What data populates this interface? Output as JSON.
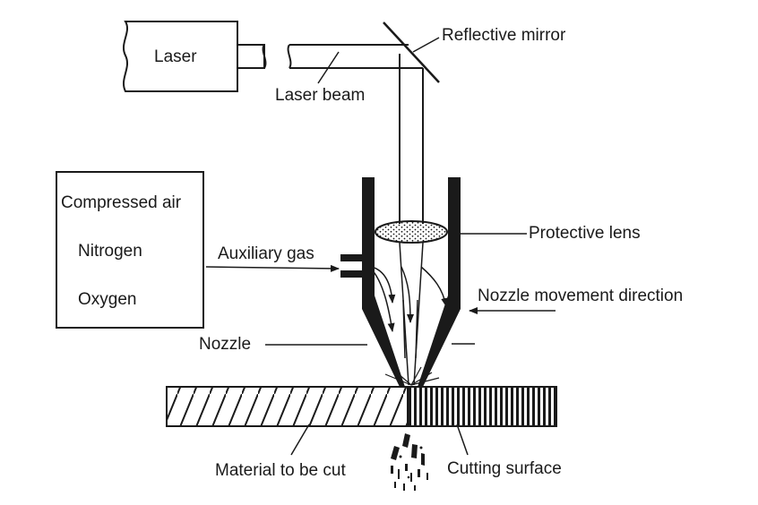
{
  "labels": {
    "laser": "Laser",
    "laser_beam": "Laser beam",
    "reflective_mirror": "Reflective mirror",
    "protective_lens": "Protective lens",
    "auxiliary_gas": "Auxiliary gas",
    "nozzle_movement_direction": "Nozzle movement direction",
    "nozzle": "Nozzle",
    "material_to_be_cut": "Material to be cut",
    "cutting_surface": "Cutting surface"
  },
  "gas_box": {
    "items": [
      "Compressed air",
      "Nitrogen",
      "Oxygen"
    ]
  }
}
